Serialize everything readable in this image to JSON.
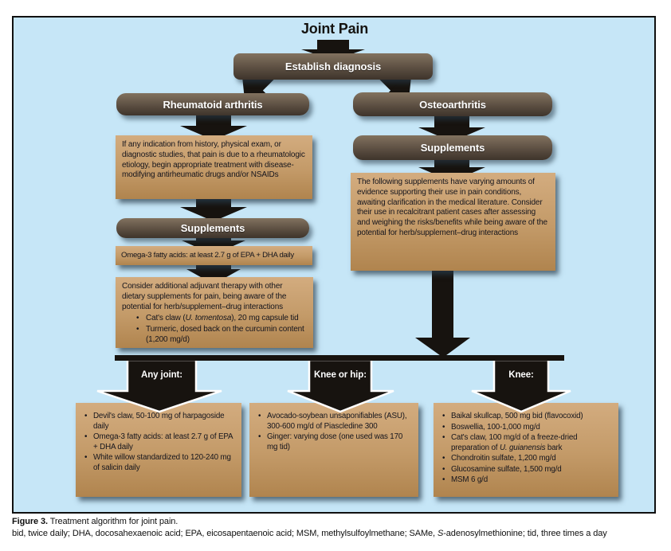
{
  "figure": {
    "title": "Joint Pain",
    "colors": {
      "panel_bg": "#c6e6f7",
      "panel_border": "#101010",
      "node_gradient_top": "#82725f",
      "node_gradient_bottom": "#3e342b",
      "tan_gradient_top": "#d3ac7f",
      "tan_gradient_bottom": "#b0844e",
      "arrow_black": "#17130f",
      "label_text": "#ffffff"
    },
    "nodes": {
      "establish": "Establish diagnosis",
      "rheumatoid": "Rheumatoid arthritis",
      "osteoarthritis": "Osteoarthritis",
      "ra_supplements": "Supplements",
      "oa_supplements": "Supplements"
    },
    "ra": {
      "assessment": "If any indication from history, physical exam, or diagnostic studies, that pain is due to a rheumatologic etiology, begin appropriate treatment with disease-modifying antirheumatic drugs and/or NSAIDs",
      "omega3": "Omega-3 fatty acids: at least 2.7 g of EPA + DHA daily",
      "adjuvant_intro": "Consider additional adjuvant therapy with other dietary supplements for pain, being aware of the potential for herb/supplement–drug interactions",
      "adjuvant_items": [
        [
          {
            "t": "Cat's claw ("
          },
          {
            "t": "U. tomentosa",
            "i": true
          },
          {
            "t": "), 20 mg capsule tid"
          }
        ],
        [
          {
            "t": "Turmeric, dosed back on the curcumin content (1,200 mg/d)"
          }
        ]
      ]
    },
    "oa": {
      "evidence": "The following supplements have varying amounts of evidence supporting their use in pain conditions, awaiting clarification in the medical literature. Consider their use in recalcitrant patient cases after assessing and weighing the risks/benefits while being aware of the potential for herb/supplement–drug interactions"
    },
    "bottom": {
      "any_joint": {
        "label": "Any joint:",
        "items": [
          [
            {
              "t": "Devil's claw, 50-100 mg of harpagoside daily"
            }
          ],
          [
            {
              "t": "Omega-3 fatty acids: at least 2.7 g of EPA + DHA daily"
            }
          ],
          [
            {
              "t": "White willow standardized to 120-240 mg of salicin daily"
            }
          ]
        ]
      },
      "knee_or_hip": {
        "label": "Knee or hip:",
        "items": [
          [
            {
              "t": "Avocado-soybean unsaponifiables (ASU), 300-600 mg/d of Piascledine 300"
            }
          ],
          [
            {
              "t": "Ginger: varying dose (one used was 170 mg tid)"
            }
          ]
        ]
      },
      "knee": {
        "label": "Knee:",
        "items": [
          [
            {
              "t": "Baikal skullcap, 500 mg bid (flavocoxid)"
            }
          ],
          [
            {
              "t": "Boswellia, 100-1,000 mg/d"
            }
          ],
          [
            {
              "t": "Cat's claw, 100 mg/d of a freeze-dried preparation of "
            },
            {
              "t": "U. guianensis",
              "i": true
            },
            {
              "t": " bark"
            }
          ],
          [
            {
              "t": "Chondroitin sulfate, 1,200 mg/d"
            }
          ],
          [
            {
              "t": "Glucosamine sulfate, 1,500 mg/d"
            }
          ],
          [
            {
              "t": "MSM 6 g/d"
            }
          ]
        ]
      }
    },
    "caption": {
      "label": "Figure 3.",
      "text": " Treatment algorithm for joint pain.",
      "abbreviations": [
        {
          "t": "bid, twice daily; DHA, docosahexaenoic acid; EPA, eicosapentaenoic acid; MSM, methylsulfoylmethane; SAMe, "
        },
        {
          "t": "S",
          "i": true
        },
        {
          "t": "-adenosylmethionine; tid, three times a day"
        }
      ]
    }
  }
}
